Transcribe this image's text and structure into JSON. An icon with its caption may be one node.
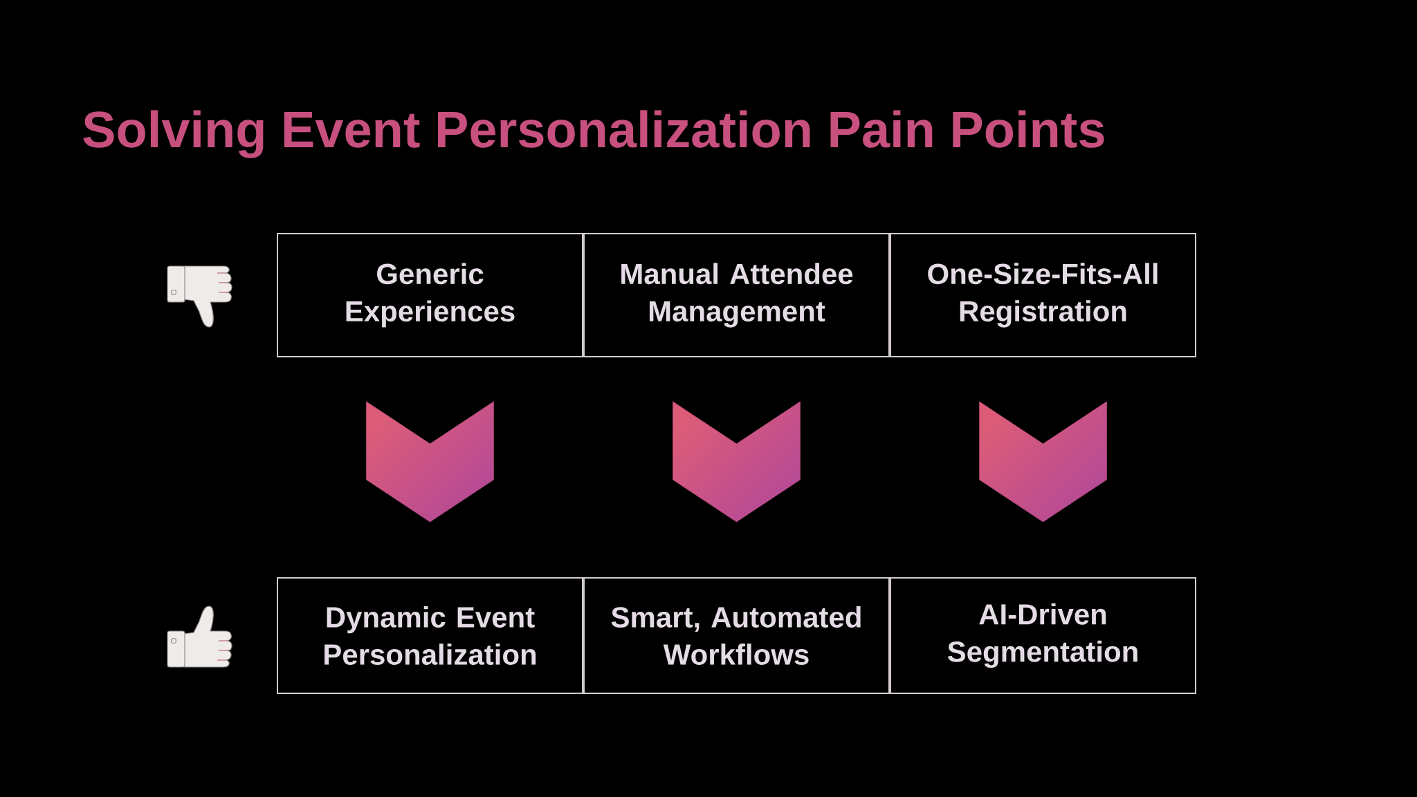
{
  "diagram": {
    "title": "Solving Event Personalization Pain Points",
    "nodes": [
      {
        "text": [
          "Generic Experiences"
        ]
      },
      {
        "text": [
          "Manual Attendee Management"
        ]
      },
      {
        "text": [
          "One-Size-Fits-All Registration"
        ]
      },
      {
        "text": [
          "Dynamic Event Personalization"
        ]
      },
      {
        "text": [
          "Smart, Automated Workflows"
        ]
      },
      {
        "text": [
          "AI-Driven Segmentation"
        ]
      }
    ],
    "edges": [
      {
        "from": 0,
        "to": 3,
        "arrow": "to"
      },
      {
        "from": 1,
        "to": 4,
        "arrow": "to"
      },
      {
        "from": 2,
        "to": 5,
        "arrow": "to"
      }
    ]
  }
}
